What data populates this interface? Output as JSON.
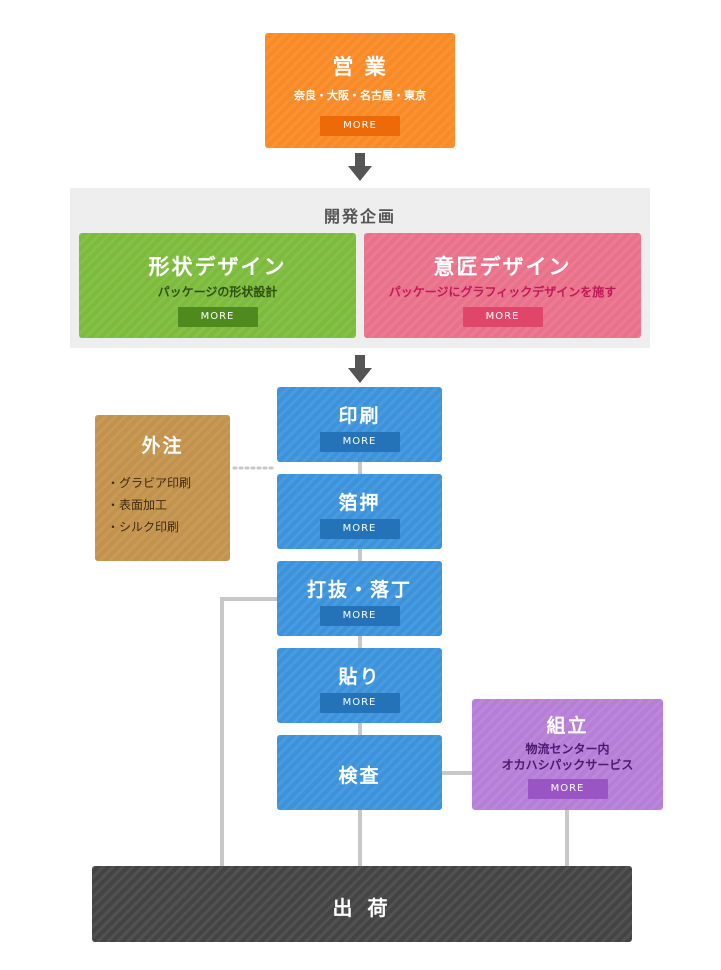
{
  "sales": {
    "title": "営 業",
    "subtitle": "奈良・大阪・名古屋・東京",
    "more": "MORE"
  },
  "planning": {
    "heading": "開発企画",
    "shape": {
      "title": "形状デザイン",
      "subtitle": "パッケージの形状設計",
      "more": "MORE"
    },
    "design": {
      "title": "意匠デザイン",
      "subtitle": "パッケージにグラフィックデザインを施す",
      "more": "MORE"
    }
  },
  "outsourcing": {
    "title": "外注",
    "items": [
      "・グラビア印刷",
      "・表面加工",
      "・シルク印刷"
    ]
  },
  "processes": [
    {
      "title": "印刷",
      "more": "MORE"
    },
    {
      "title": "箔押",
      "more": "MORE"
    },
    {
      "title": "打抜・落丁",
      "more": "MORE"
    },
    {
      "title": "貼り",
      "more": "MORE"
    },
    {
      "title": "検査"
    }
  ],
  "assembly": {
    "title": "組立",
    "subtitle_1": "物流センター内",
    "subtitle_2": "オカハシパックサービス",
    "more": "MORE"
  },
  "shipping": {
    "title": "出 荷"
  },
  "colors": {
    "sales": "#f98a26",
    "shape": "#7cbb3c",
    "design": "#e9718a",
    "process": "#3c93dc",
    "outsourcing": "#c3924c",
    "assembly": "#b67ed7",
    "shipping": "#444444"
  }
}
